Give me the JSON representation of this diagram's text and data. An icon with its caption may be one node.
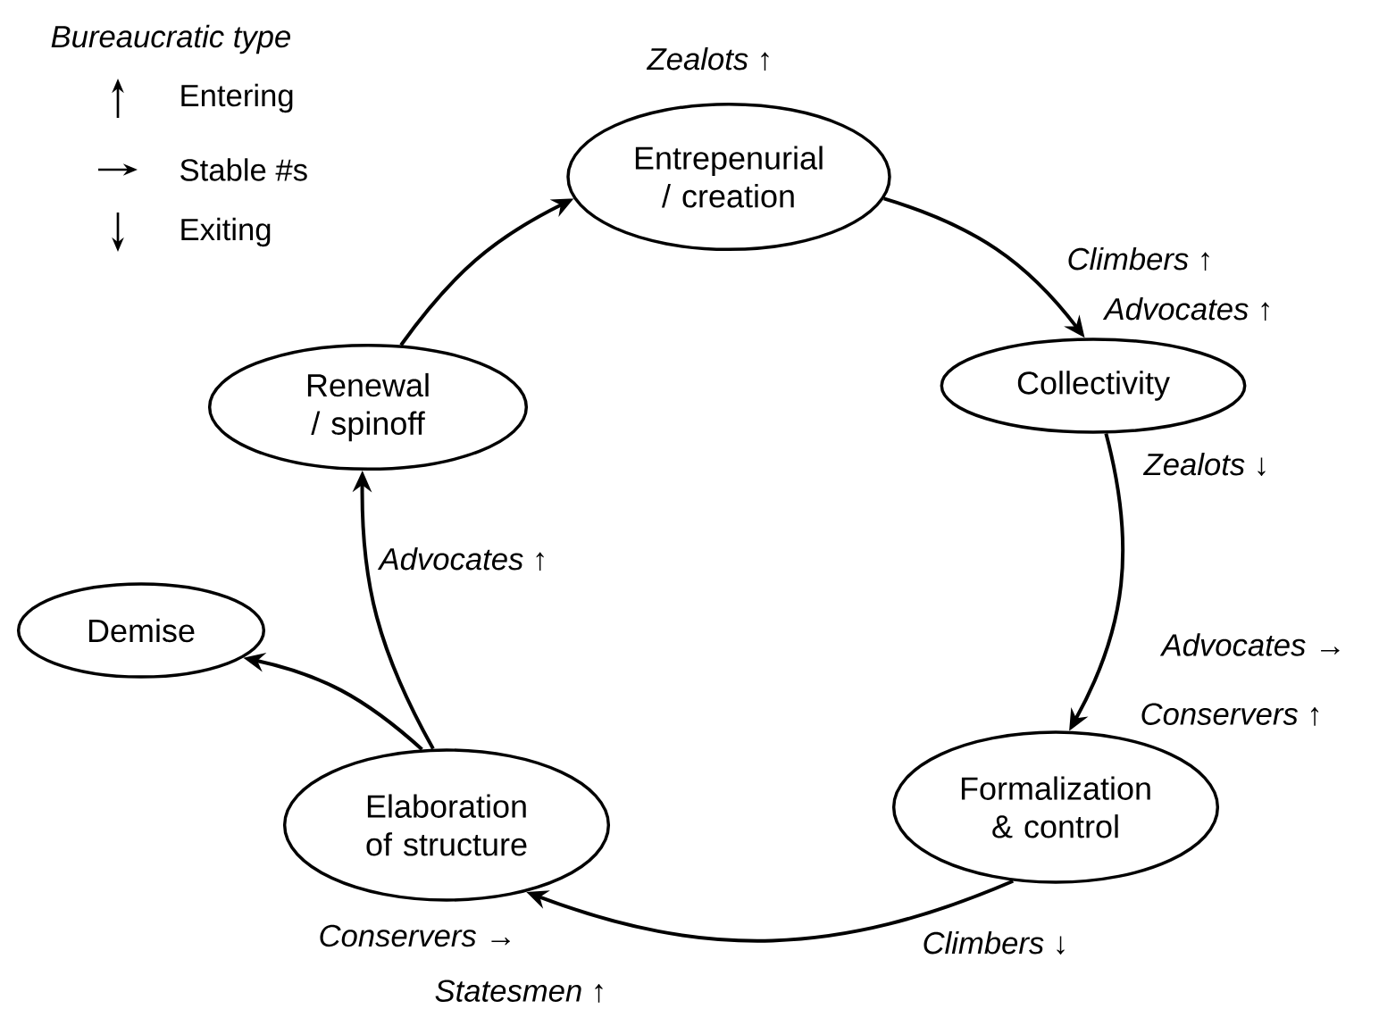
{
  "diagram": {
    "nodes": [
      {
        "text": [
          "Entrepenurial / creation"
        ]
      },
      {
        "text": [
          "Renewal / spinoff"
        ]
      },
      {
        "text": [
          "Collectivity"
        ]
      },
      {
        "text": [
          "Demise"
        ]
      },
      {
        "text": [
          "Elaboration of structure"
        ]
      },
      {
        "text": [
          "Formalization & control"
        ]
      }
    ],
    "edges": [
      {
        "from": 0,
        "to": 2,
        "arrow": "to"
      },
      {
        "from": 2,
        "to": 5,
        "arrow": "to"
      },
      {
        "from": 5,
        "to": 4,
        "arrow": "to"
      },
      {
        "from": 4,
        "to": 1,
        "arrow": "to"
      },
      {
        "from": 1,
        "to": 0,
        "arrow": "to"
      },
      {
        "from": 4,
        "to": 3,
        "arrow": "to"
      }
    ],
    "labels": [
      "Bureaucratic type",
      "Zealots ↑",
      "Climbers ↑",
      "Advocates ↑",
      "Zealots ↓",
      "Advocates ↑",
      "Advocates →",
      "Conservers ↑",
      "Conservers →",
      "Climbers ↓",
      "Statesmen ↑"
    ],
    "legend": [
      {
        "text": "Entering"
      },
      {
        "text": "Stable #s"
      },
      {
        "text": "Exiting"
      }
    ]
  }
}
